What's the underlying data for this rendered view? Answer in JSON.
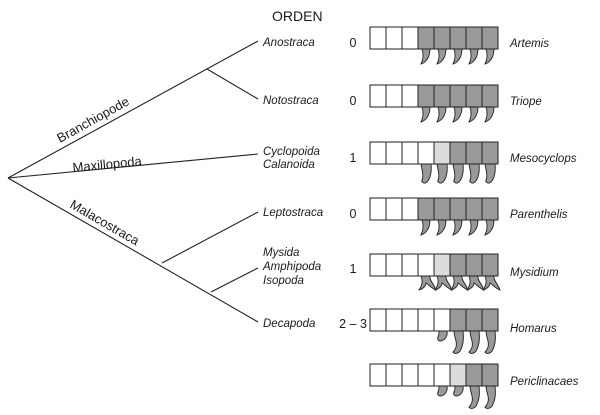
{
  "header": {
    "title": "ORDEN"
  },
  "branches": [
    "Branchiopode",
    "Maxillopoda",
    "Malacostraca"
  ],
  "rows": [
    {
      "orders": [
        "Anostraca"
      ],
      "count": "0",
      "genus": "Artemis",
      "segments": [
        "w",
        "w",
        "w",
        "g",
        "g",
        "g",
        "g",
        "g"
      ],
      "limbs": [
        "",
        "",
        "",
        "s",
        "s",
        "s",
        "s",
        "s"
      ]
    },
    {
      "orders": [
        "Notostraca"
      ],
      "count": "0",
      "genus": "Triope",
      "segments": [
        "w",
        "w",
        "w",
        "g",
        "g",
        "g",
        "g",
        "g"
      ],
      "limbs": [
        "",
        "",
        "",
        "s",
        "s",
        "s",
        "s",
        "s"
      ]
    },
    {
      "orders": [
        "Cyclopoida",
        "Calanoida"
      ],
      "count": "1",
      "genus": "Mesocyclops",
      "segments": [
        "w",
        "w",
        "w",
        "w",
        "l",
        "g",
        "g",
        "g"
      ],
      "limbs": [
        "",
        "",
        "",
        "m",
        "m",
        "m",
        "m",
        "m"
      ]
    },
    {
      "orders": [
        "Leptostraca"
      ],
      "count": "0",
      "genus": "Parenthelis",
      "segments": [
        "w",
        "w",
        "w",
        "g",
        "g",
        "g",
        "g",
        "g"
      ],
      "limbs": [
        "",
        "",
        "",
        "s",
        "s",
        "s",
        "s",
        "s"
      ]
    },
    {
      "orders": [
        "Mysida",
        "Amphipoda",
        "Isopoda"
      ],
      "count": "1",
      "genus": "Mysidium",
      "segments": [
        "w",
        "w",
        "w",
        "w",
        "l",
        "g",
        "g",
        "g"
      ],
      "limbs": [
        "",
        "",
        "",
        "c",
        "c",
        "c",
        "c",
        "c"
      ]
    },
    {
      "orders": [
        "Decapoda"
      ],
      "count": "2 – 3",
      "genus": "Homarus",
      "segments": [
        "w",
        "w",
        "w",
        "w",
        "w",
        "g",
        "g",
        "g"
      ],
      "limbs": [
        "",
        "",
        "",
        "",
        "t",
        "b",
        "b",
        "b"
      ]
    },
    {
      "orders": [],
      "count": "",
      "genus": "Periclinacaes",
      "segments": [
        "w",
        "w",
        "w",
        "w",
        "w",
        "l",
        "g",
        "g"
      ],
      "limbs": [
        "",
        "",
        "",
        "",
        "t",
        "t",
        "b",
        "b"
      ]
    }
  ],
  "colors": {
    "white": "#ffffff",
    "light": "#dcdcdc",
    "dark": "#999999",
    "line": "#222222"
  }
}
